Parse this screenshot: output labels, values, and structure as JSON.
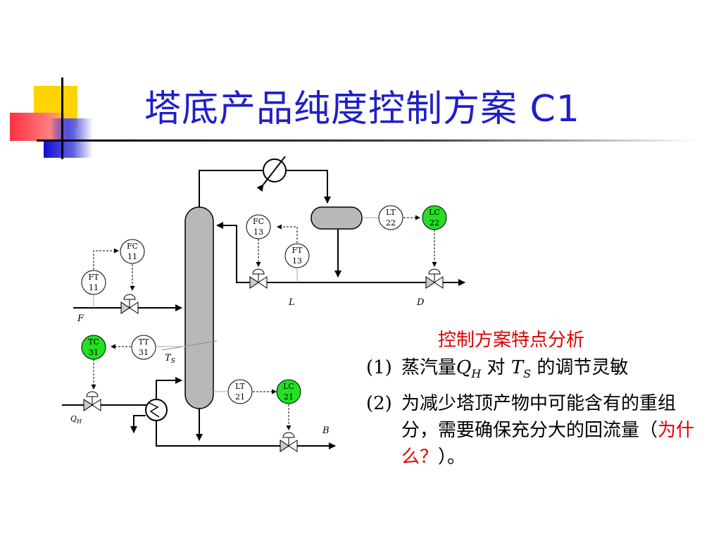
{
  "title": "塔底产品纯度控制方案 C1",
  "instruments": [
    {
      "id": "fc11",
      "tag": "FC",
      "num": "11"
    },
    {
      "id": "ft11",
      "tag": "FT",
      "num": "11"
    },
    {
      "id": "fc13",
      "tag": "FC",
      "num": "13"
    },
    {
      "id": "ft13",
      "tag": "FT",
      "num": "13"
    },
    {
      "id": "lt22",
      "tag": "LT",
      "num": "22"
    },
    {
      "id": "lc22",
      "tag": "LC",
      "num": "22"
    },
    {
      "id": "tc31",
      "tag": "TC",
      "num": "31"
    },
    {
      "id": "tt31",
      "tag": "TT",
      "num": "31"
    },
    {
      "id": "lt21",
      "tag": "LT",
      "num": "21"
    },
    {
      "id": "lc21",
      "tag": "LC",
      "num": "21"
    }
  ],
  "stream_labels": {
    "feed": "F",
    "reflux": "L",
    "distillate": "D",
    "bottoms": "B",
    "steam": "Q",
    "steam_sub": "H",
    "temp": "T",
    "temp_sub": "S"
  },
  "colors": {
    "title": "#1f1fc8",
    "controller_active": "#22e022",
    "vessel": "#b8b8b8",
    "highlight": "#e00000"
  },
  "notes": {
    "heading": "控制方案特点分析",
    "items": [
      {
        "num": "(1)",
        "pre": "蒸汽量",
        "sym": "Q",
        "sym_sub": "H",
        "mid": " 对 ",
        "sym2": "T",
        "sym2_sub": "S",
        "post": " 的调节灵敏"
      },
      {
        "num": "(2)",
        "pre": "为减少塔顶产物中可能含有的重组分，需要确保充分大的回流量（",
        "red": "为什么？",
        "post": "）。"
      }
    ]
  }
}
